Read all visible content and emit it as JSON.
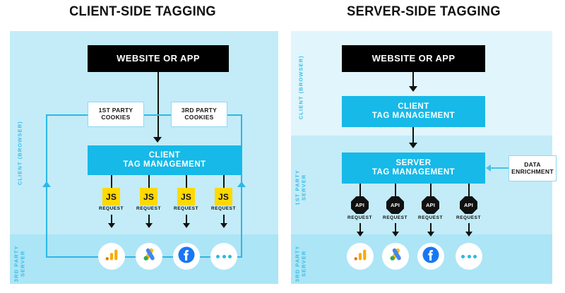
{
  "panels": [
    {
      "id": "client-side",
      "title": "CLIENT-SIDE TAGGING",
      "zones": [
        {
          "label": "CLIENT (BROWSER)",
          "color": "#c3ecf8"
        },
        {
          "label": "3RD PARTY\nSERVER",
          "color": "#ace5f6"
        }
      ],
      "nodes": {
        "source": "WEBSITE OR APP",
        "cookies": [
          "1ST PARTY\nCOOKIES",
          "3RD PARTY\nCOOKIES"
        ],
        "tag_manager": "CLIENT\nTAG MANAGEMENT",
        "requests": [
          {
            "badge": "JS",
            "label": "REQUEST"
          },
          {
            "badge": "JS",
            "label": "REQUEST"
          },
          {
            "badge": "JS",
            "label": "REQUEST"
          },
          {
            "badge": "JS",
            "label": "REQUEST"
          }
        ],
        "destinations": [
          {
            "name": "google-analytics",
            "icon": "google-analytics-icon"
          },
          {
            "name": "google-ads",
            "icon": "google-ads-icon"
          },
          {
            "name": "facebook",
            "icon": "facebook-icon"
          },
          {
            "name": "more",
            "icon": "ellipsis-icon"
          }
        ]
      }
    },
    {
      "id": "server-side",
      "title": "SERVER-SIDE TAGGING",
      "zones": [
        {
          "label": "CLIENT (BROWSER)",
          "color": "#e1f5fc"
        },
        {
          "label": "1ST PARTY\nSERVER",
          "color": "#c3ecf8"
        },
        {
          "label": "3RD PARTY\nSERVER",
          "color": "#ace5f6"
        }
      ],
      "nodes": {
        "source": "WEBSITE OR APP",
        "client_tag_manager": "CLIENT\nTAG MANAGEMENT",
        "server_tag_manager": "SERVER\nTAG MANAGEMENT",
        "data_enrichment": "DATA\nENRICHMENT",
        "requests": [
          {
            "badge": "API",
            "label": "REQUEST"
          },
          {
            "badge": "API",
            "label": "REQUEST"
          },
          {
            "badge": "API",
            "label": "REQUEST"
          },
          {
            "badge": "API",
            "label": "REQUEST"
          }
        ],
        "destinations": [
          {
            "name": "google-analytics",
            "icon": "google-analytics-icon"
          },
          {
            "name": "google-ads",
            "icon": "google-ads-icon"
          },
          {
            "name": "facebook",
            "icon": "facebook-icon"
          },
          {
            "name": "more",
            "icon": "ellipsis-icon"
          }
        ]
      }
    }
  ],
  "colors": {
    "cyan": "#16b9e8",
    "rail": "#2cb8e6",
    "js_yellow": "#ffd900",
    "black": "#000000",
    "label_blue": "#39bde6"
  }
}
